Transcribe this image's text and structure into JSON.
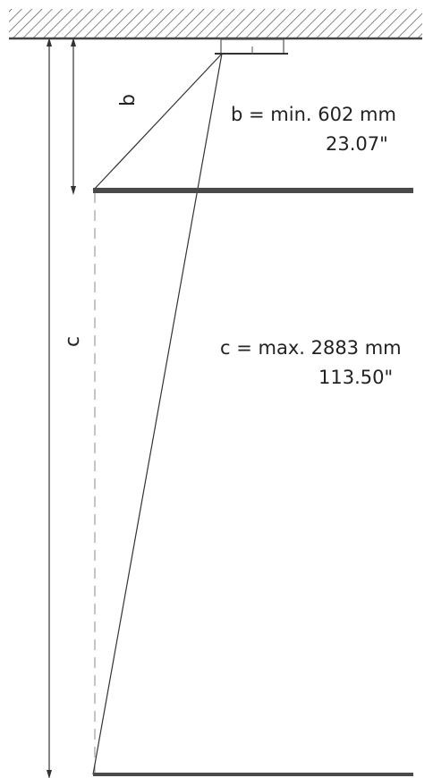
{
  "dimensions": {
    "b": {
      "letter": "b",
      "text_mm": "b = min. 602 mm",
      "text_inch": "23.07\""
    },
    "c": {
      "letter": "c",
      "text_mm": "c = max. 2883 mm",
      "text_inch": "113.50\""
    }
  },
  "colors": {
    "line": "#333333",
    "screen_bar": "#4a4a4a",
    "hatch": "#555555"
  }
}
